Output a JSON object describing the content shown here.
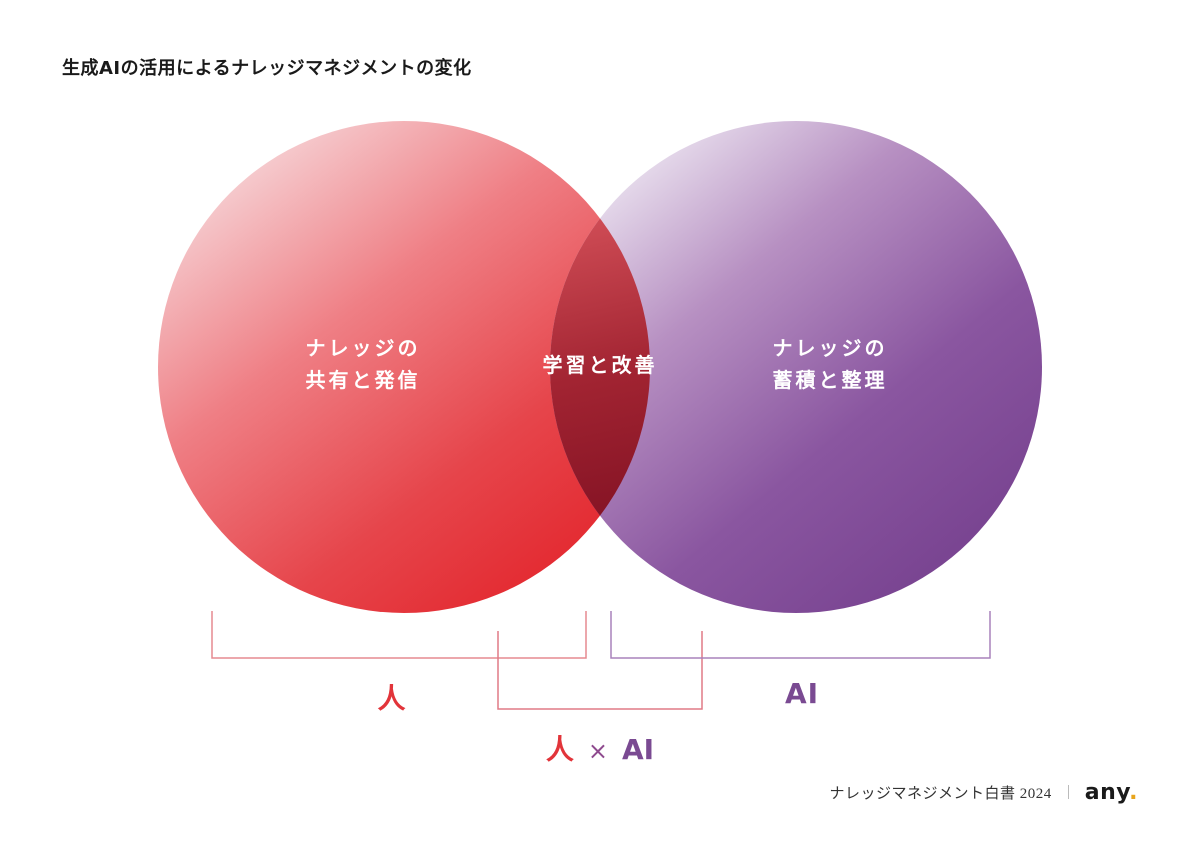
{
  "title": "生成AIの活用によるナレッジマネジメントの変化",
  "circles": {
    "left": {
      "lines": [
        "ナレッジの",
        "共有と発信"
      ]
    },
    "overlap": {
      "lines": [
        "学習と改善"
      ]
    },
    "right": {
      "lines": [
        "ナレッジの",
        "蓄積と整理"
      ]
    }
  },
  "brackets": {
    "left": {
      "label": "人"
    },
    "center": {
      "left_part": "人",
      "separator": "×",
      "right_part": "AI"
    },
    "right": {
      "label": "AI"
    }
  },
  "footer": {
    "publication": "ナレッジマネジメント白書 2024",
    "logo_text": "any",
    "logo_dot": "."
  },
  "colors": {
    "red_accent": "#e2343a",
    "purple_accent": "#7a4a92",
    "red_bracket_line": "#e58a90",
    "purple_bracket_line": "#a882bb",
    "logo_dot": "#e8a51c"
  }
}
